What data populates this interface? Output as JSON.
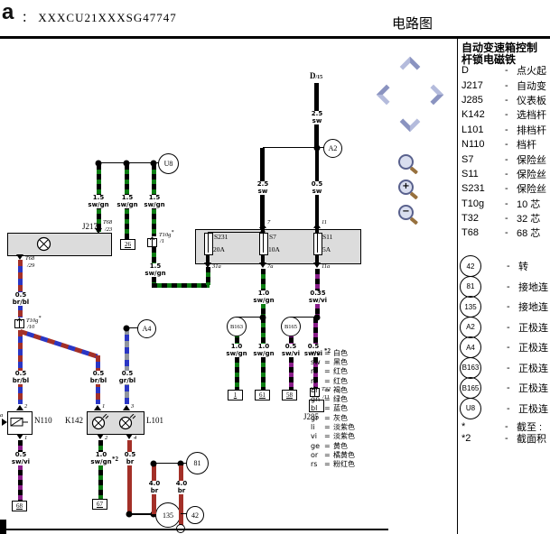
{
  "header": {
    "logo": "a",
    "separator": "：",
    "code": "XXXCU21XXXSG47747",
    "page_title": "电路图"
  },
  "nav_icons": {
    "zoom_in_sign": "+",
    "zoom_out_sign": "−"
  },
  "panel": {
    "title_line1": "自动变速箱控制",
    "title_line2": "杆锁电磁铁",
    "entries": [
      {
        "key": "D",
        "desc": "点火起"
      },
      {
        "key": "J217",
        "desc": "自动变"
      },
      {
        "key": "J285",
        "desc": "仪表板"
      },
      {
        "key": "K142",
        "desc": "选档杆"
      },
      {
        "key": "L101",
        "desc": "排档杆"
      },
      {
        "key": "N110",
        "desc": "档杆"
      },
      {
        "key": "S7",
        "desc": "保险丝"
      },
      {
        "key": "S11",
        "desc": "保险丝"
      },
      {
        "key": "S231",
        "desc": "保险丝"
      },
      {
        "key": "T10g",
        "desc": "10 芯"
      },
      {
        "key": "T32",
        "desc": "32 芯"
      },
      {
        "key": "T68",
        "desc": "68 芯"
      }
    ],
    "circle_entries": [
      {
        "key": "42",
        "desc": "转"
      },
      {
        "key": "81",
        "desc": "接地连"
      },
      {
        "key": "135",
        "desc": "接地连"
      },
      {
        "key": "A2",
        "desc": "正极连"
      },
      {
        "key": "A4",
        "desc": "正极连"
      },
      {
        "key": "B163",
        "desc": "正极连"
      },
      {
        "key": "B165",
        "desc": "正极连"
      },
      {
        "key": "U8",
        "desc": "正极连"
      }
    ],
    "footnotes": [
      {
        "key": "*",
        "desc": "截至 :"
      },
      {
        "key": "*2",
        "desc": "截面积"
      }
    ]
  },
  "color_legend": [
    {
      "abbr": "ws",
      "name": "白色"
    },
    {
      "abbr": "sw",
      "name": "黑色"
    },
    {
      "abbr": "ro",
      "name": "红色"
    },
    {
      "abbr": "rt",
      "name": "红色"
    },
    {
      "abbr": "br",
      "name": "褐色"
    },
    {
      "abbr": "gn",
      "name": "绿色"
    },
    {
      "abbr": "bl",
      "name": "蓝色"
    },
    {
      "abbr": "gr",
      "name": "灰色"
    },
    {
      "abbr": "li",
      "name": "淡紫色"
    },
    {
      "abbr": "vi",
      "name": "淡紫色"
    },
    {
      "abbr": "ge",
      "name": "黄色"
    },
    {
      "abbr": "or",
      "name": "橘黄色"
    },
    {
      "abbr": "rs",
      "name": "粉红色"
    }
  ],
  "diagram": {
    "components": {
      "d": "D",
      "d_pin": "/15",
      "j217": "J217",
      "n110": "N110",
      "k142": "K142",
      "l101": "L101",
      "j285": "J285"
    },
    "fuses": {
      "s231": "S231",
      "s231_amp": "20A",
      "s7": "S7",
      "s7_amp": "10A",
      "s11": "S11",
      "s11_amp": "5A"
    },
    "terminals": {
      "t68": "T68",
      "p23": "/23",
      "p29": "/29",
      "t10g": "T10g",
      "p1": "/1",
      "p10": "/10",
      "t32": "T32",
      "p11": "/11",
      "f7": "7",
      "f11": "11",
      "f31a": "31a",
      "f7a": "7a",
      "f11a": "11a",
      "n2": "2",
      "n1": "1",
      "k1": "1",
      "k2": "2",
      "l3": "3",
      "l4": "4",
      "a": "a"
    },
    "connectors": {
      "u8": "U8",
      "a2": "A2",
      "a4": "A4",
      "b163": "B163",
      "b165": "B165",
      "g81": "81",
      "g135": "135",
      "g42": "42"
    },
    "track_refs": {
      "r26": "26",
      "r68": "68",
      "r67": "67",
      "r1": "1",
      "r61": "61",
      "r58": "58"
    },
    "annotations": {
      "star": "*",
      "footnote2": "*2"
    },
    "wire_labels": {
      "g25sw": {
        "size": "2.5",
        "color": "sw"
      },
      "g05sw": {
        "size": "0.5",
        "color": "sw"
      },
      "g15swgn": {
        "size": "1.5",
        "color": "sw/gn"
      },
      "g10swgn": {
        "size": "1.0",
        "color": "sw/gn"
      },
      "g035swvi": {
        "size": "0.35",
        "color": "sw/vi"
      },
      "g05swvi": {
        "size": "0.5",
        "color": "sw/vi"
      },
      "g05brbl": {
        "size": "0.5",
        "color": "br/bl"
      },
      "g05grbl": {
        "size": "0.5",
        "color": "gr/bl"
      },
      "g05br": {
        "size": "0.5",
        "color": "br"
      },
      "g40br": {
        "size": "4.0",
        "color": "br"
      }
    }
  }
}
